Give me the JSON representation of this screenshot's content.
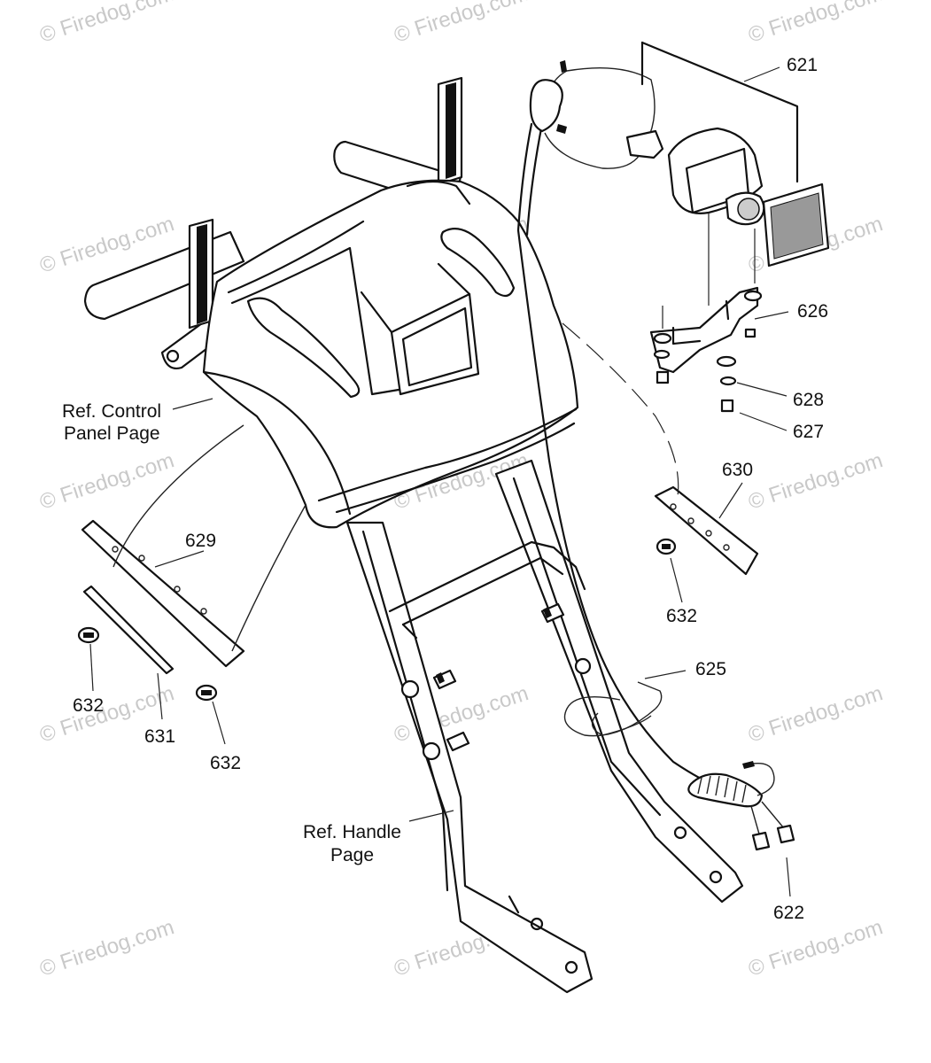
{
  "watermark": "© Firedog.com",
  "callouts": {
    "c621": "621",
    "c626": "626",
    "c628": "628",
    "c627": "627",
    "c630": "630",
    "c632a": "632",
    "c625": "625",
    "c629": "629",
    "c632b": "632",
    "c631": "631",
    "c632c": "632",
    "c622": "622"
  },
  "references": {
    "control_panel_line1": "Ref. Control",
    "control_panel_line2": "Panel Page",
    "handle_line1": "Ref. Handle",
    "handle_line2": "Page"
  }
}
